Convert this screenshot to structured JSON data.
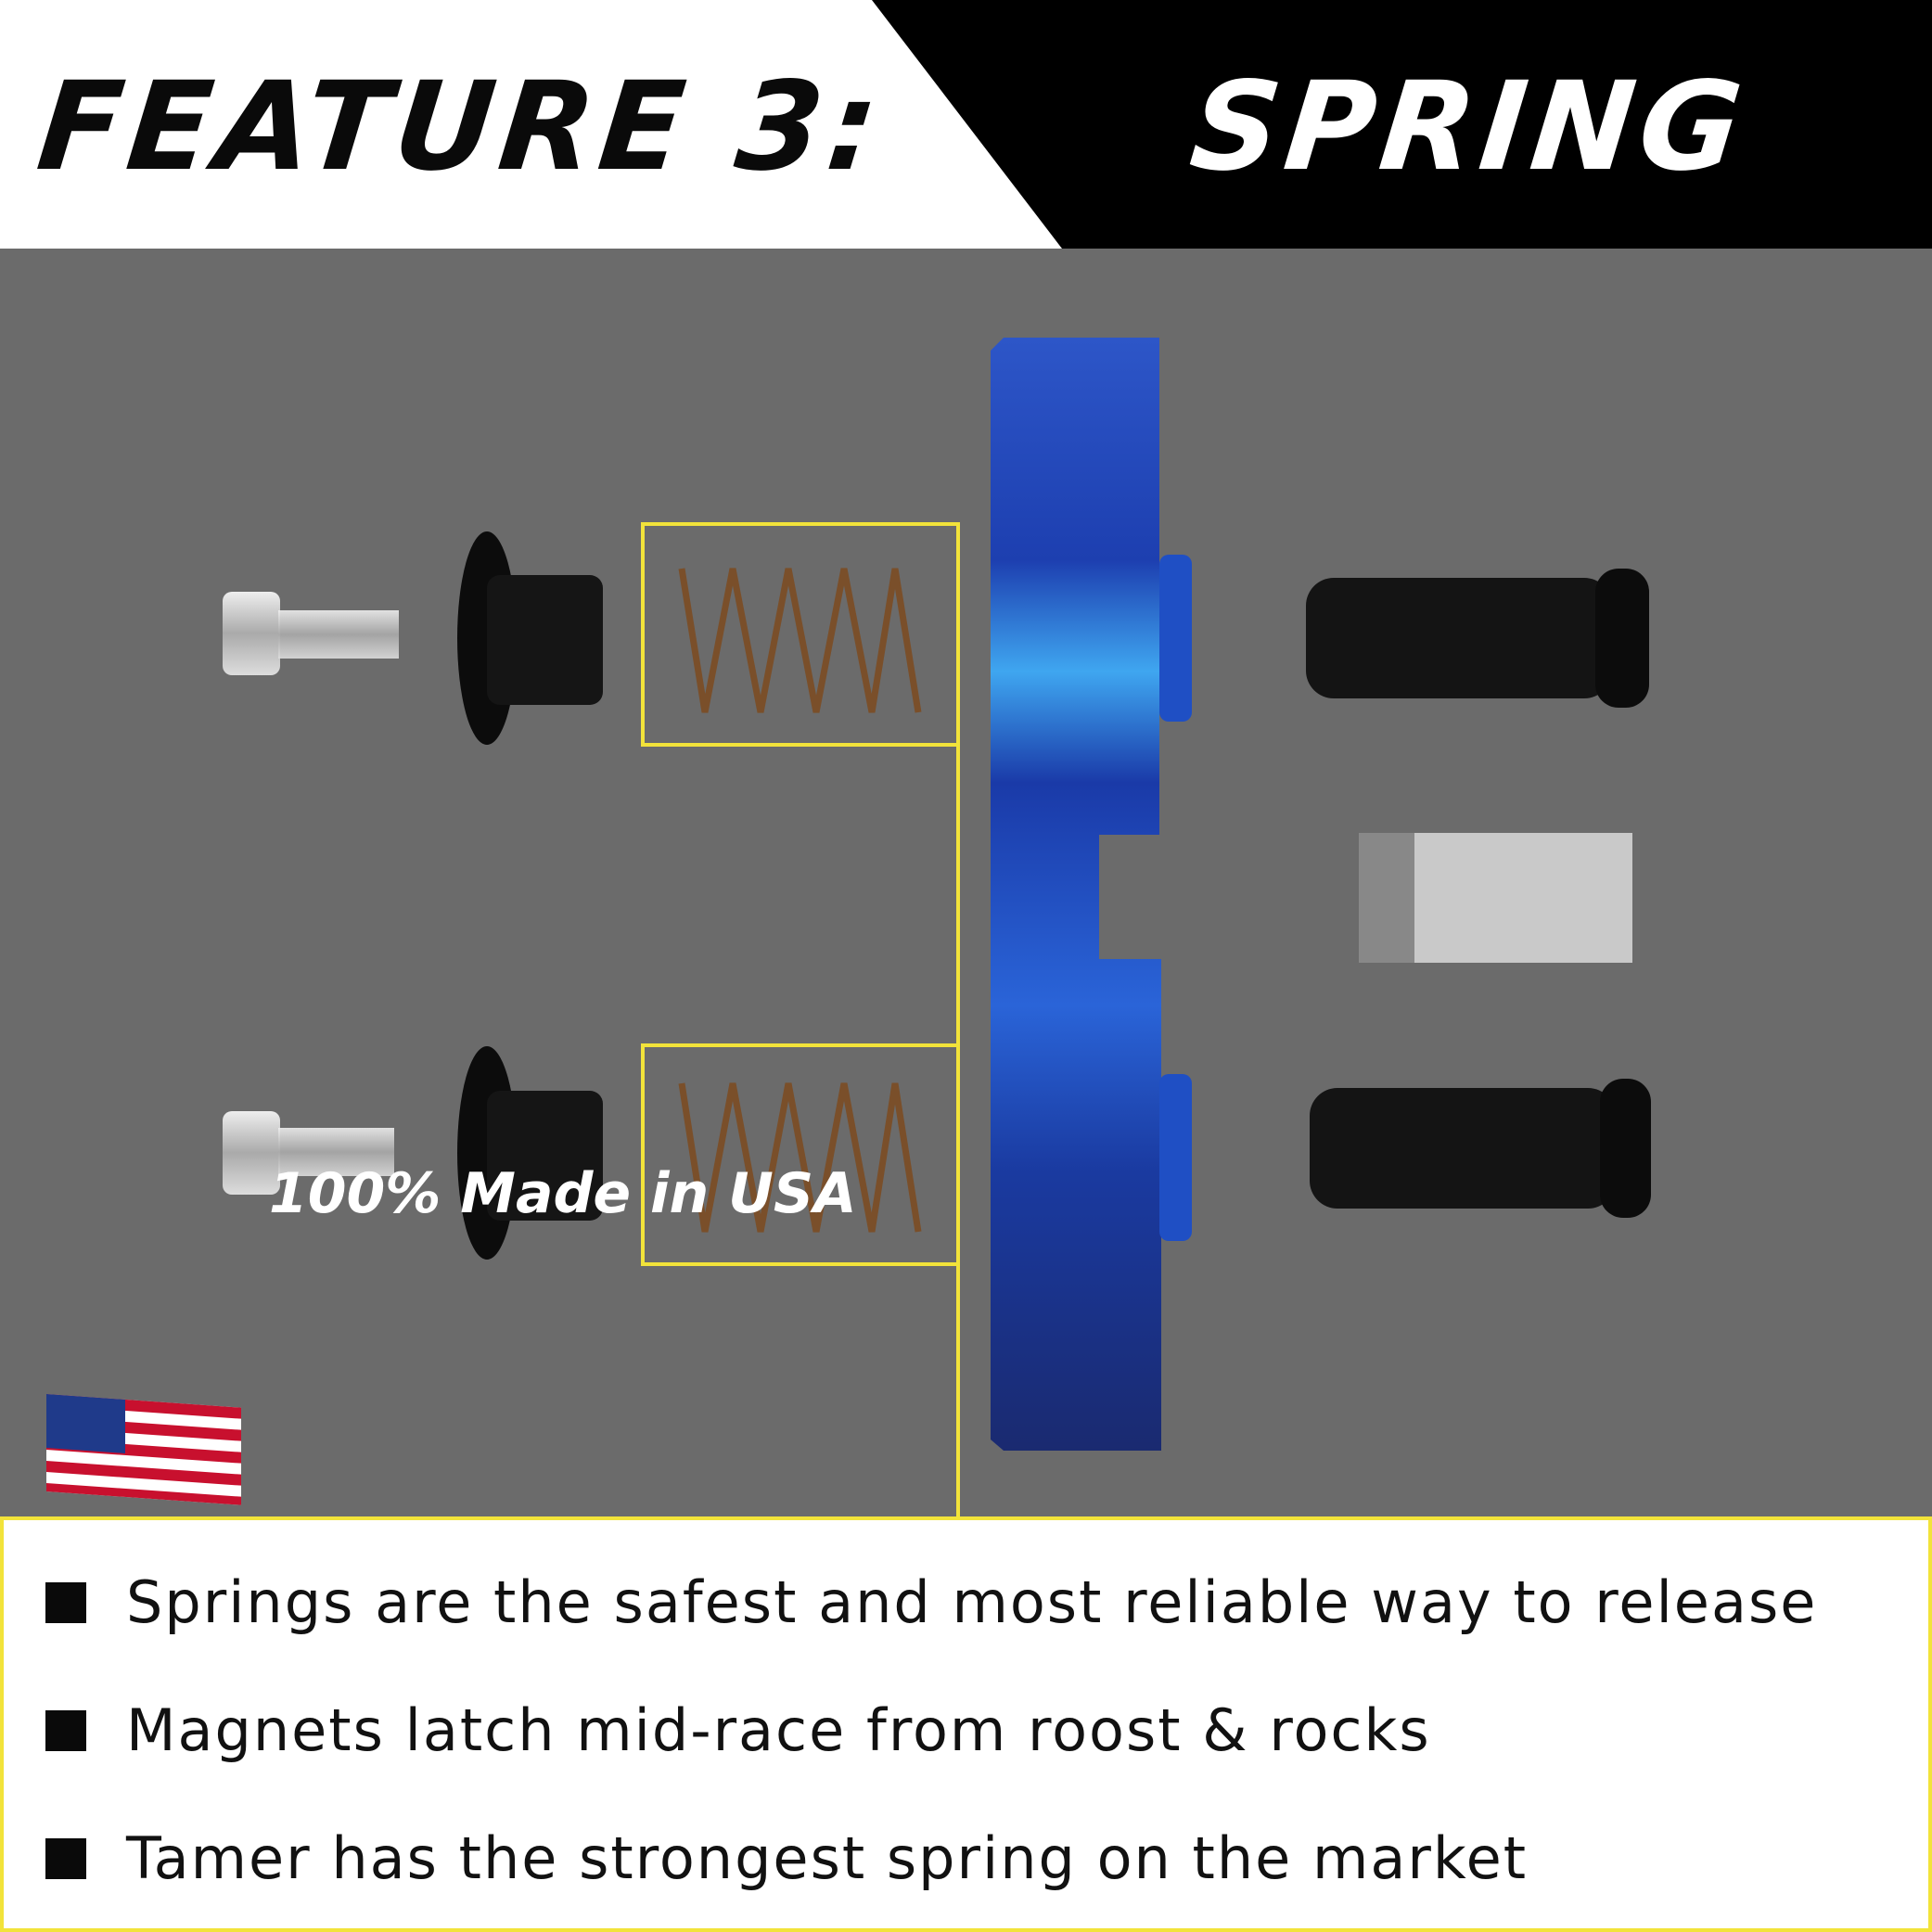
{
  "header": {
    "feature_label": "FEATURE 3:",
    "feature_name": "SPRING"
  },
  "badge": {
    "text": "100% Made in USA",
    "icon": "us-flag-icon"
  },
  "bullets": [
    "Springs are the safest and most reliable way to release",
    "Magnets latch mid-race from roost & rocks",
    "Tamer has the strongest spring on the market"
  ],
  "colors": {
    "highlight": "#f2e33a",
    "background": "#6b6b6b",
    "bracket": "#1f4fc4"
  }
}
